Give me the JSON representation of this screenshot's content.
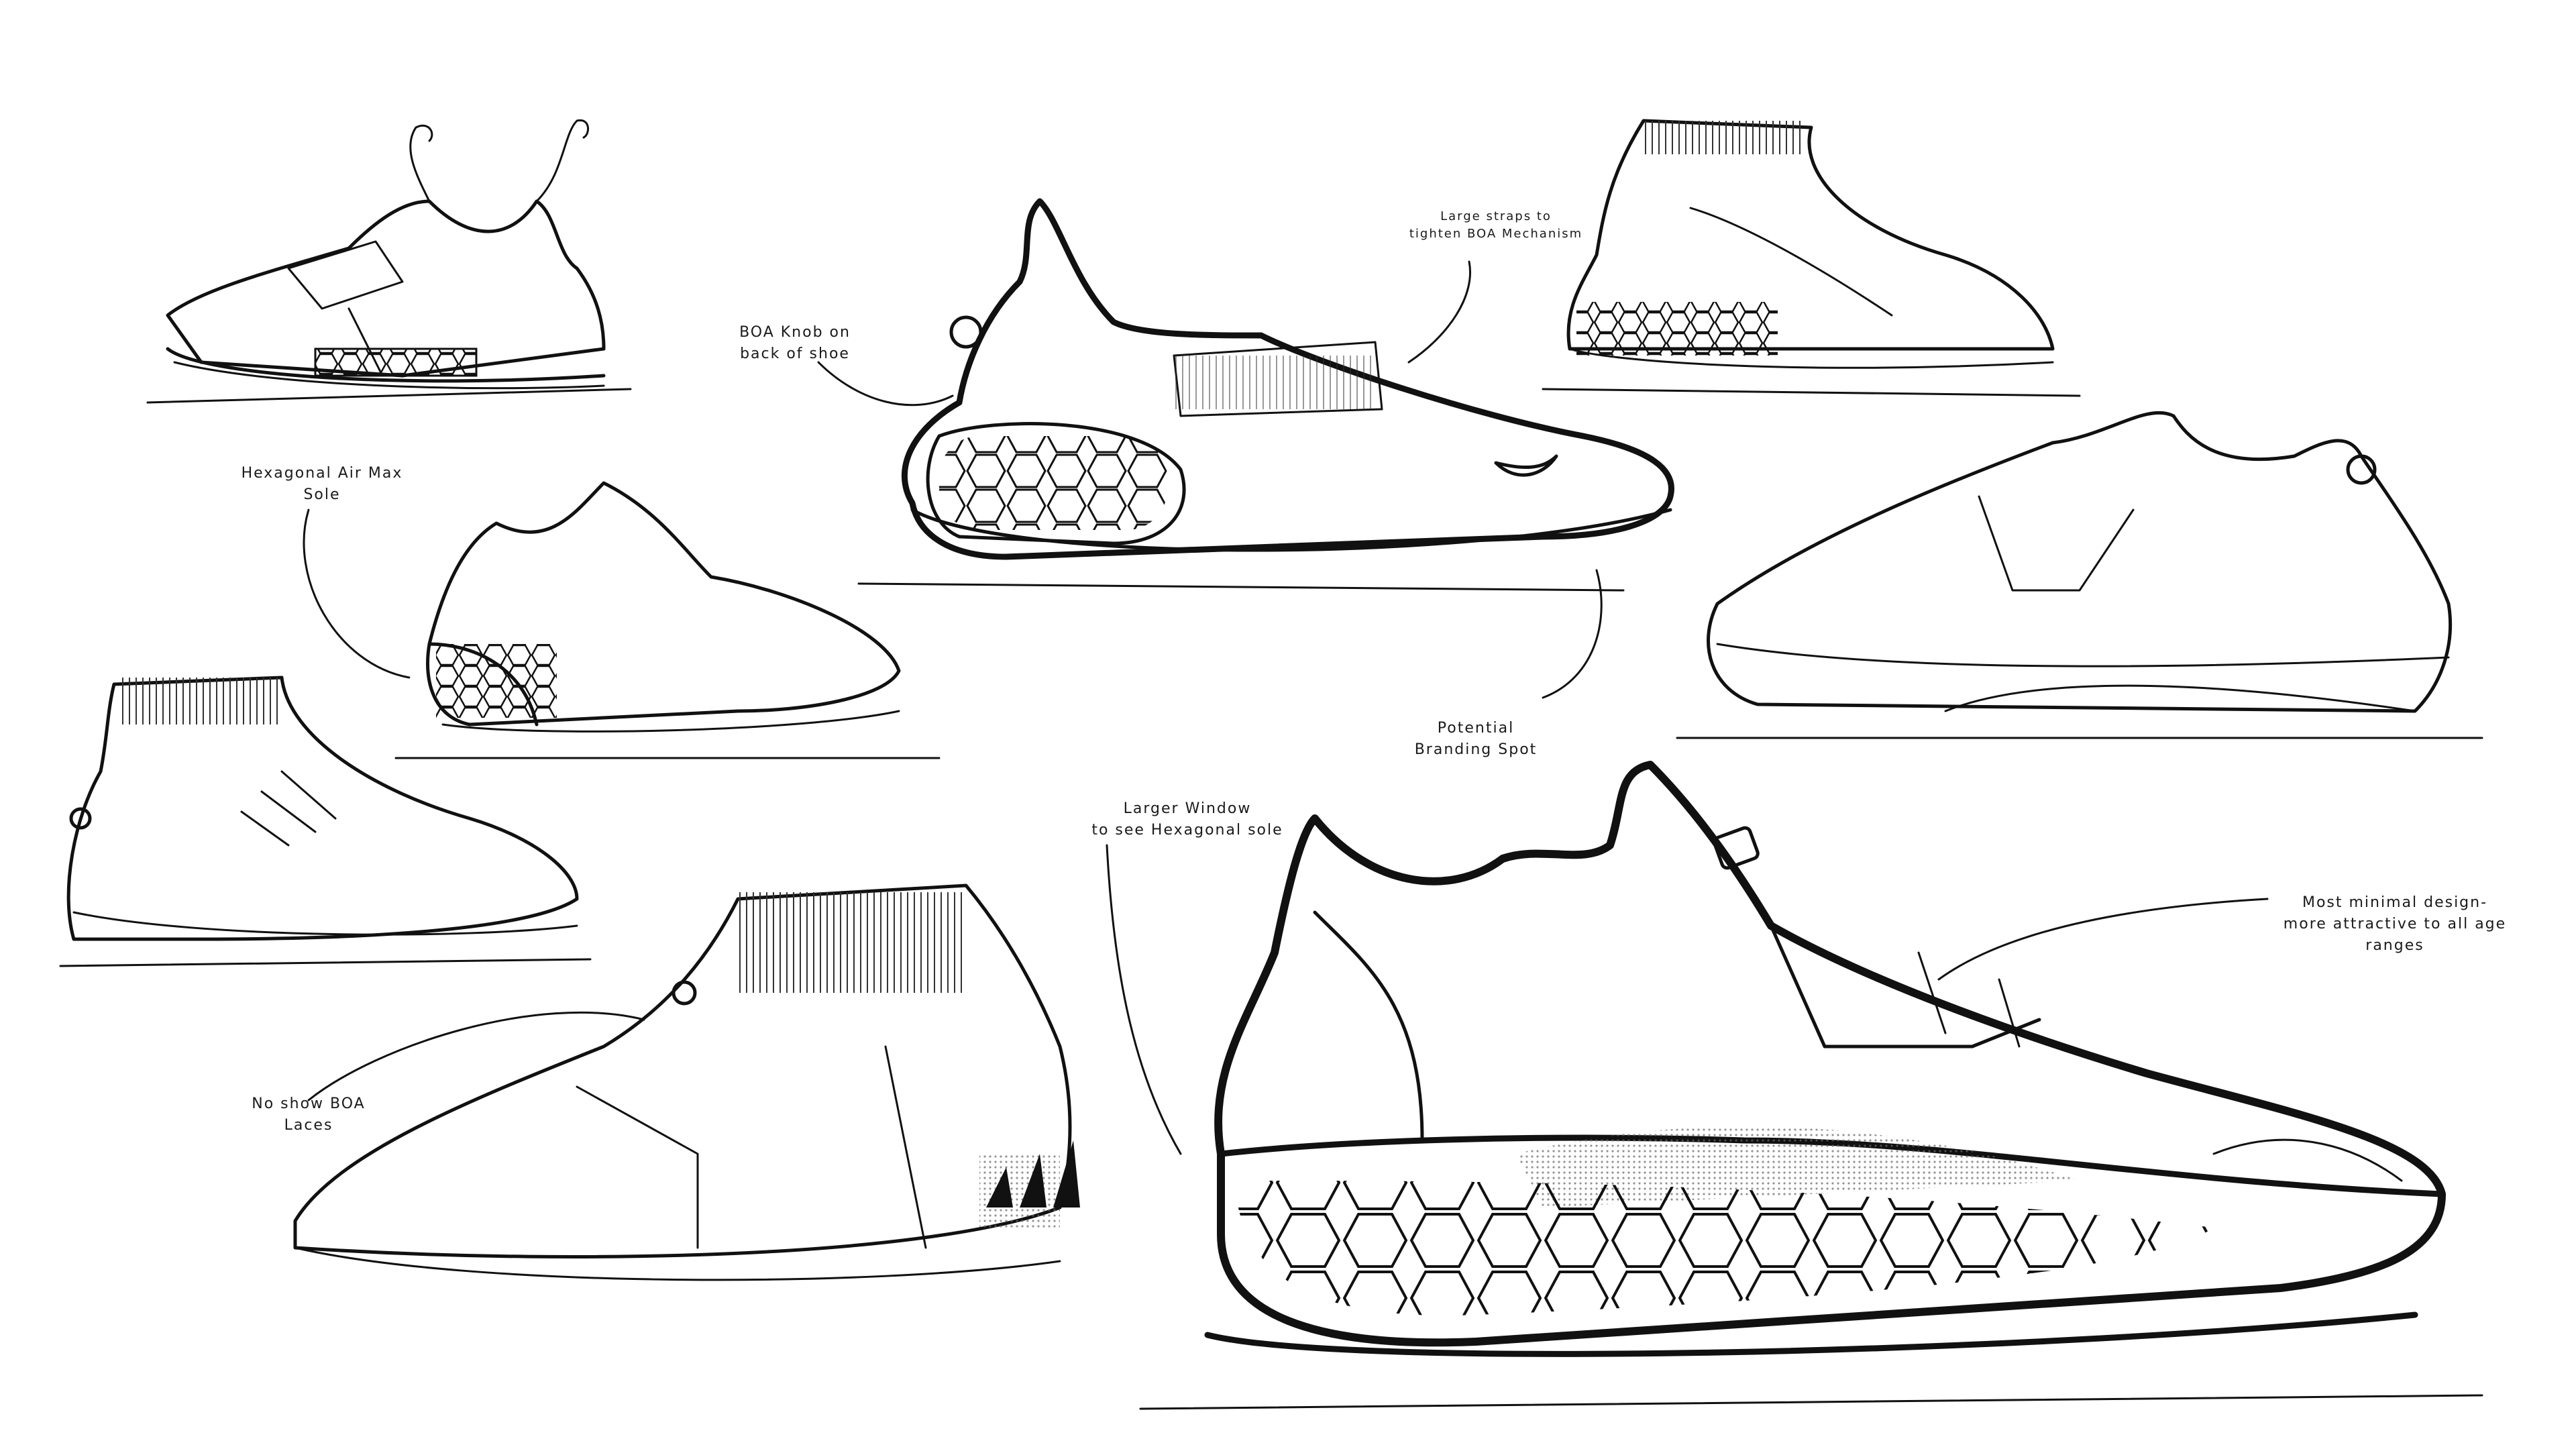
{
  "annotations": {
    "boa_knob": "BOA Knob on\nback of shoe",
    "large_straps": "Large straps to\ntighten BOA Mechanism",
    "hexagonal_sole": "Hexagonal Air Max\nSole",
    "potential_branding": "Potential\nBranding Spot",
    "larger_window": "Larger Window\nto see Hexagonal sole",
    "most_minimal": "Most minimal design-\nmore attractive to all age ranges",
    "no_show_boa": "No show BOA\nLaces"
  },
  "colors": {
    "ink": "#111111",
    "paper": "#ffffff",
    "screentone": "#bdbdbd"
  }
}
